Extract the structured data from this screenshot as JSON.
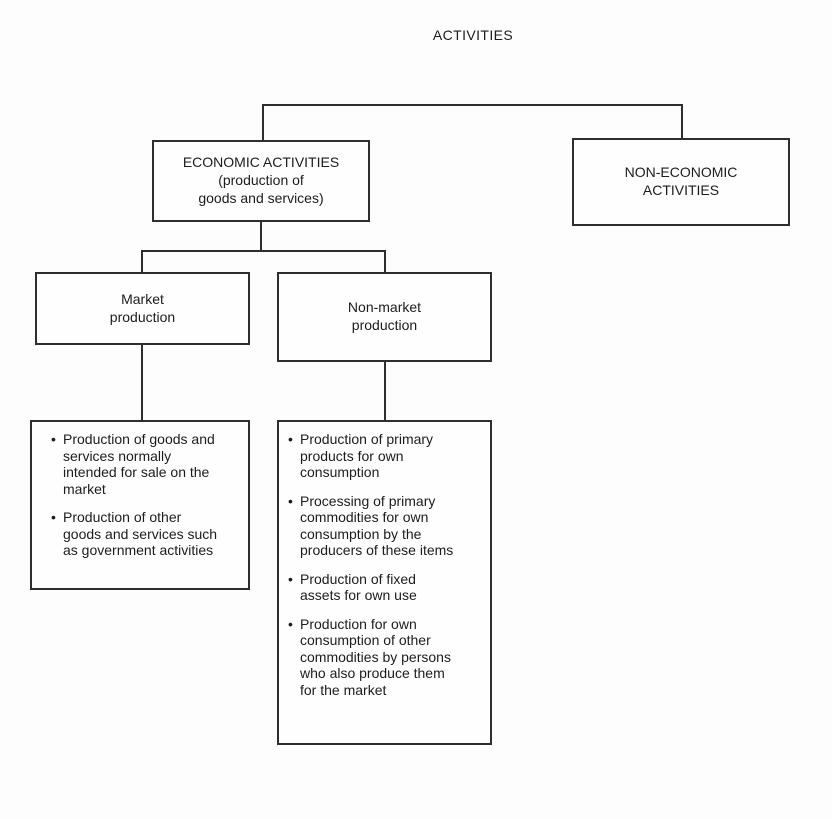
{
  "title": "ACTIVITIES",
  "colors": {
    "ink": "#1c1c1c",
    "line": "#2e2e2e",
    "background": "#ffffff"
  },
  "boxes": {
    "economic": {
      "lines": [
        "ECONOMIC ACTIVITIES",
        "(production of",
        "goods and services)"
      ]
    },
    "non_economic": {
      "lines": [
        "NON-ECONOMIC",
        "ACTIVITIES"
      ]
    },
    "market": {
      "lines": [
        "Market",
        "production"
      ]
    },
    "non_market": {
      "lines": [
        "Non-market",
        "production"
      ]
    }
  },
  "details": {
    "market": {
      "items": [
        "Production of goods and services normally intended for sale on the market",
        "Production of other goods and services such as government activities"
      ]
    },
    "non_market": {
      "items": [
        "Production of primary products for own consumption",
        "Processing of primary commodities for own consumption by the producers of these items",
        "Production of fixed assets for own use",
        "Production for own consumption of other commodities by persons who also produce them for the market"
      ]
    }
  }
}
